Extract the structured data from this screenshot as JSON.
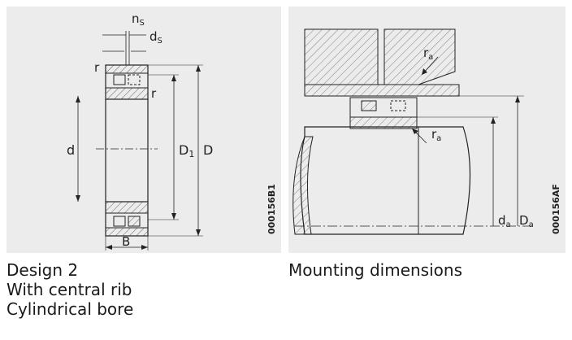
{
  "left_figure": {
    "labels": {
      "ns": "n",
      "ns_sub": "S",
      "ds": "d",
      "ds_sub": "S",
      "r1": "r",
      "r2": "r",
      "d": "d",
      "D1": "D",
      "D1_sub": "1",
      "D": "D",
      "B": "B"
    },
    "code": "000156B1",
    "caption": [
      "Design 2",
      "With central rib",
      "Cylindrical bore"
    ]
  },
  "right_figure": {
    "labels": {
      "ra1": "r",
      "ra1_sub": "a",
      "ra2": "r",
      "ra2_sub": "a",
      "da": "d",
      "da_sub": "a",
      "Da": "D",
      "Da_sub": "a"
    },
    "code": "000156AF",
    "caption": [
      "Mounting dimensions"
    ]
  },
  "colors": {
    "panel": "#ececec",
    "line": "#222222"
  }
}
